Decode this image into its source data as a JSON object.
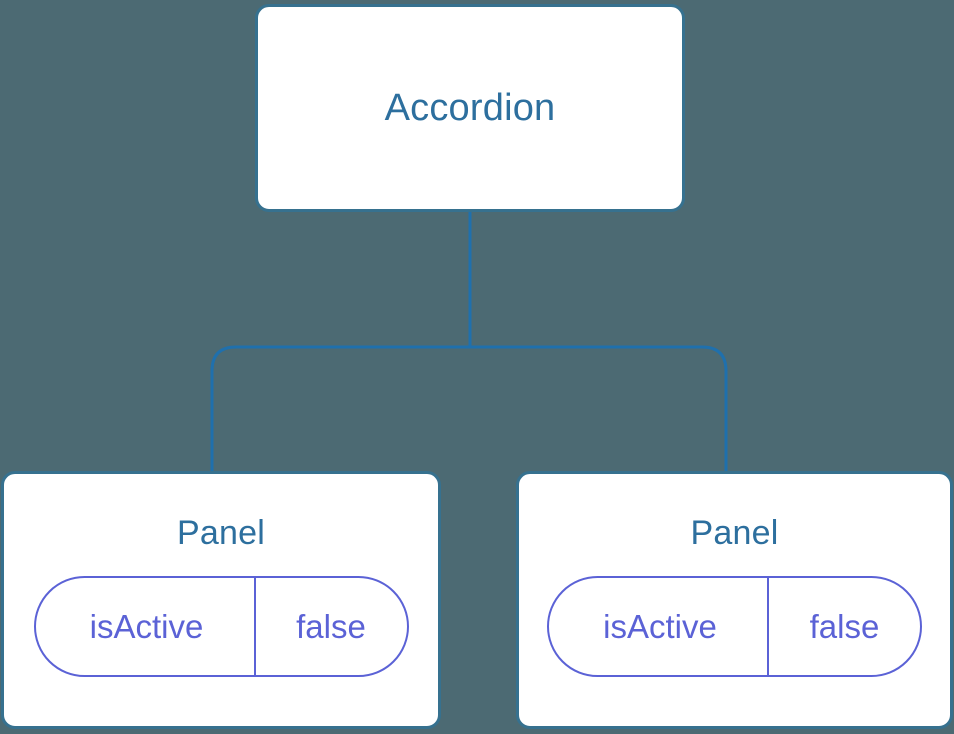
{
  "diagram": {
    "type": "component-tree",
    "background_color": "#4c6a73",
    "node_fill_color": "#ffffff",
    "node_border_color": "#36718f",
    "node_title_color": "#2d6f9e",
    "link_color": "#1f70ad",
    "state_pill_color": "#5b62d6",
    "root": {
      "title": "Accordion"
    },
    "children": [
      {
        "title": "Panel",
        "state": {
          "key": "isActive",
          "value": "false"
        }
      },
      {
        "title": "Panel",
        "state": {
          "key": "isActive",
          "value": "false"
        }
      }
    ]
  }
}
